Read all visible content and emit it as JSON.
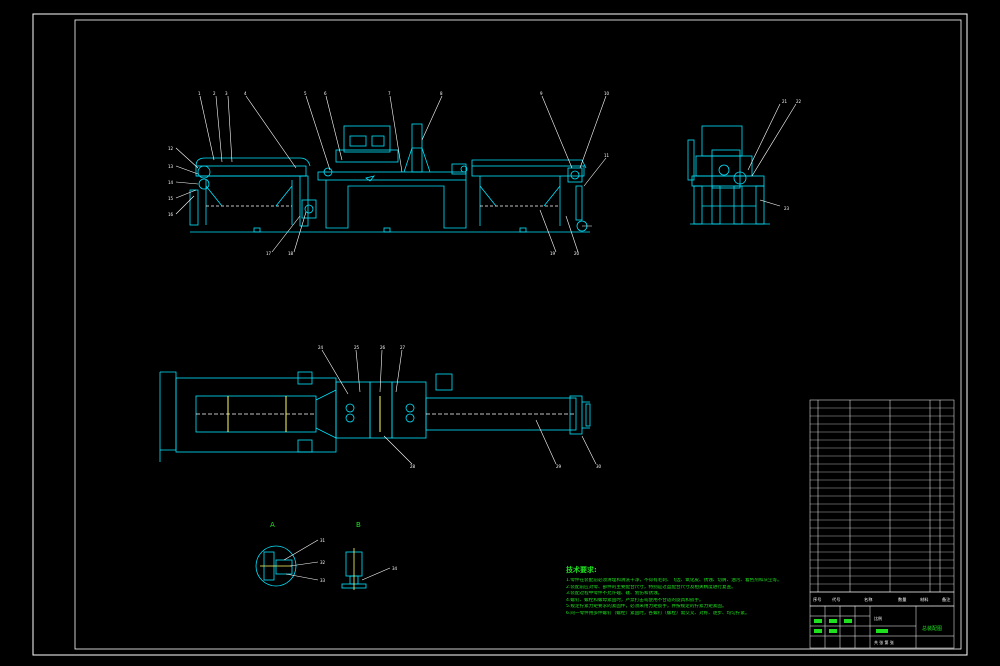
{
  "drawing": {
    "tech_requirements_title": "技术要求:",
    "tech_requirements": [
      "1.零件在装配前必须清理和清洗干净，不得有毛刺、飞边、氧化皮、锈蚀、切屑、油污、着色剂和灰尘等。",
      "2.装配前应对零、部件的主要配合尺寸，特别是过盈配合尺寸及相关精度进行复查。",
      "3.装配过程中零件不允许磕、碰、划伤和锈蚀。",
      "4.螺钉、螺栓和螺母紧固时，严禁打击或使用不合适的旋具和扳手。",
      "5.规定拧紧力矩要求的紧固件，必须采用力矩扳手，并按规定的拧紧力矩紧固。",
      "6.同一零件用多件螺钉（螺栓）紧固时，各螺钉（螺栓）需交叉、对称、逐步、均匀拧紧。"
    ],
    "section_marks": [
      "A",
      "B"
    ],
    "title_block": {
      "header_cells": [
        "序号",
        "代号",
        "名称",
        "数量",
        "材料",
        "备注"
      ],
      "drawing_name": "总装配图",
      "scale_label": "比例",
      "sheet_label": "共 张 第 张"
    }
  },
  "colors": {
    "background": "#000000",
    "frame": "#ffffff",
    "outline": "#00e5ff",
    "leader": "#ffffff",
    "notes": "#1fe01f",
    "detail": "#ffff66",
    "table": "#ffffff"
  }
}
